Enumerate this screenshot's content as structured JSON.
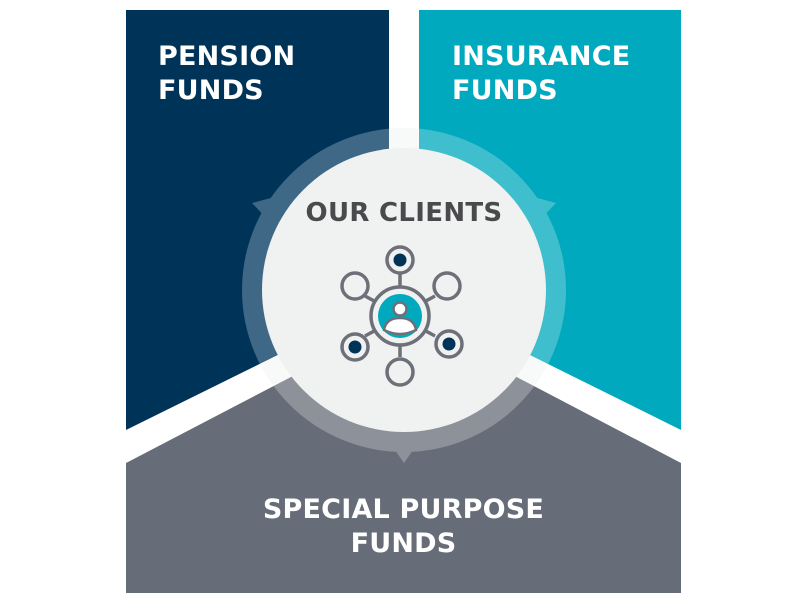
{
  "diagram": {
    "center": {
      "title": "OUR CLIENTS",
      "icon": "network-person-icon"
    },
    "segments": [
      {
        "id": "pension",
        "line1": "PENSION",
        "line2": "FUNDS",
        "color": "#003358",
        "ring_color": "#3f6886"
      },
      {
        "id": "insurance",
        "line1": "INSURANCE",
        "line2": "FUNDS",
        "color": "#00a9bd",
        "ring_color": "#3fbfcd"
      },
      {
        "id": "special",
        "line1": "SPECIAL PURPOSE",
        "line2": "FUNDS",
        "color": "#676d78",
        "ring_color": "#8d9199"
      }
    ],
    "colors": {
      "center_fill": "#f0f1f1",
      "icon_stroke": "#6d7078",
      "icon_accent_dark": "#003358",
      "icon_accent_teal": "#00a9bd",
      "title_text": "#4a4a4d",
      "background": "#ffffff"
    }
  }
}
